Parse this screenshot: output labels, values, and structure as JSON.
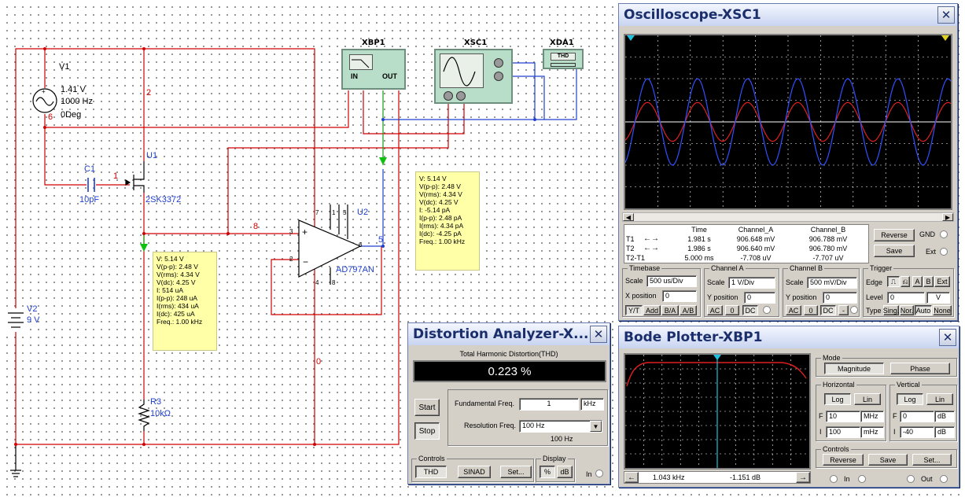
{
  "schematic": {
    "v1": {
      "ref": "V1",
      "amp": "1.41 V",
      "freq": "1000 Hz",
      "phase": "0Deg"
    },
    "v2": {
      "ref": "V2",
      "value": "9 V"
    },
    "c1": {
      "ref": "C1",
      "value": "10pF"
    },
    "u1": {
      "ref": "U1",
      "part": "2SK3372"
    },
    "u2": {
      "ref": "U2",
      "part": "AD797AN"
    },
    "r3": {
      "ref": "R3",
      "value": "10kΩ"
    },
    "nets": {
      "n2": "2",
      "n6": "6",
      "n1": "1",
      "n8": "8",
      "n0": "0",
      "n5": "5"
    },
    "pins": {
      "p7": "7",
      "p1": "1",
      "p5": "5",
      "p3": "3",
      "p2": "2",
      "p4": "4",
      "p8": "8",
      "p6": "6"
    },
    "instruments": {
      "xbp1": {
        "label": "XBP1",
        "in": "IN",
        "out": "OUT"
      },
      "xsc1": {
        "label": "XSC1"
      },
      "xda1": {
        "label": "XDA1",
        "screen": "THD"
      }
    },
    "probe1": [
      "V: 5.14 V",
      "V(p-p): 2.48 V",
      "V(rms): 4.34 V",
      "V(dc): 4.25 V",
      "I: -5.14 pA",
      "I(p-p): 2.48 pA",
      "I(rms): 4.34 pA",
      "I(dc): -4.25 pA",
      "Freq.: 1.00 kHz"
    ],
    "probe2": [
      "V: 5.14 V",
      "V(p-p): 2.48 V",
      "V(rms): 4.34 V",
      "V(dc): 4.25 V",
      "I: 514 uA",
      "I(p-p): 248 uA",
      "I(rms): 434 uA",
      "I(dc): 425 uA",
      "Freq.: 1.00 kHz"
    ]
  },
  "oscilloscope": {
    "title": "Oscilloscope-XSC1",
    "cursor_table": {
      "headers": [
        "",
        "Time",
        "Channel_A",
        "Channel_B"
      ],
      "rows": [
        {
          "label": "T1",
          "time": "1.981 s",
          "a": "906.648 mV",
          "b": "906.788 mV"
        },
        {
          "label": "T2",
          "time": "1.986 s",
          "a": "906.640 mV",
          "b": "906.780 mV"
        },
        {
          "label": "T2-T1",
          "time": "5.000 ms",
          "a": "-7.708 uV",
          "b": "-7.707 uV"
        }
      ]
    },
    "buttons": {
      "reverse": "Reverse",
      "save": "Save",
      "gnd": "GND",
      "ext": "Ext"
    },
    "timebase": {
      "title": "Timebase",
      "scale_label": "Scale",
      "scale": "500 us/Div",
      "xpos_label": "X position",
      "xpos": "0",
      "modes": [
        "Y/T",
        "Add",
        "B/A",
        "A/B"
      ]
    },
    "channel_a": {
      "title": "Channel A",
      "scale_label": "Scale",
      "scale": "1  V/Div",
      "ypos_label": "Y position",
      "ypos": "0",
      "coupling": [
        "AC",
        "0",
        "DC"
      ]
    },
    "channel_b": {
      "title": "Channel B",
      "scale_label": "Scale",
      "scale": "500 mV/Div",
      "ypos_label": "Y position",
      "ypos": "0",
      "coupling": [
        "AC",
        "0",
        "DC",
        "-"
      ]
    },
    "trigger": {
      "title": "Trigger",
      "edge_label": "Edge",
      "sources": [
        "A",
        "B",
        "Ext"
      ],
      "level_label": "Level",
      "level": "0",
      "level_unit": "V",
      "type_label": "Type",
      "types": [
        "Sing.",
        "Nor.",
        "Auto",
        "None"
      ]
    },
    "trace_colors": {
      "a": "#e02020",
      "b": "#3050ff"
    },
    "scope_traces": {
      "cycles": 6.5,
      "a_amplitude_div": 0.9,
      "b_amplitude_div": 2.0
    }
  },
  "distortion": {
    "title": "Distortion Analyzer-X...",
    "section": "Total Harmonic Distortion(THD)",
    "value": "0.223 %",
    "start": "Start",
    "stop": "Stop",
    "fund_label": "Fundamental Freq.",
    "fund_value": "1",
    "fund_unit": "kHz",
    "res_label": "Resolution Freq.",
    "res_value": "100 Hz",
    "res_display": "100 Hz",
    "controls_title": "Controls",
    "controls": [
      "THD",
      "SINAD",
      "Set..."
    ],
    "display_title": "Display",
    "display": [
      "%",
      "dB"
    ],
    "in": "In"
  },
  "bode": {
    "title": "Bode Plotter-XBP1",
    "mode_title": "Mode",
    "mode": [
      "Magnitude",
      "Phase"
    ],
    "horizontal_title": "Horizontal",
    "vertical_title": "Vertical",
    "scale_buttons": [
      "Log",
      "Lin"
    ],
    "h_f": "10",
    "h_f_unit": "MHz",
    "h_i": "100",
    "h_i_unit": "mHz",
    "v_f": "0",
    "v_f_unit": "dB",
    "v_i": "-40",
    "v_i_unit": "dB",
    "f_label": "F",
    "i_label": "I",
    "controls_title": "Controls",
    "controls": [
      "Reverse",
      "Save",
      "Set..."
    ],
    "readout_freq": "1.043 kHz",
    "readout_gain": "-1.151 dB",
    "in": "In",
    "out": "Out"
  }
}
